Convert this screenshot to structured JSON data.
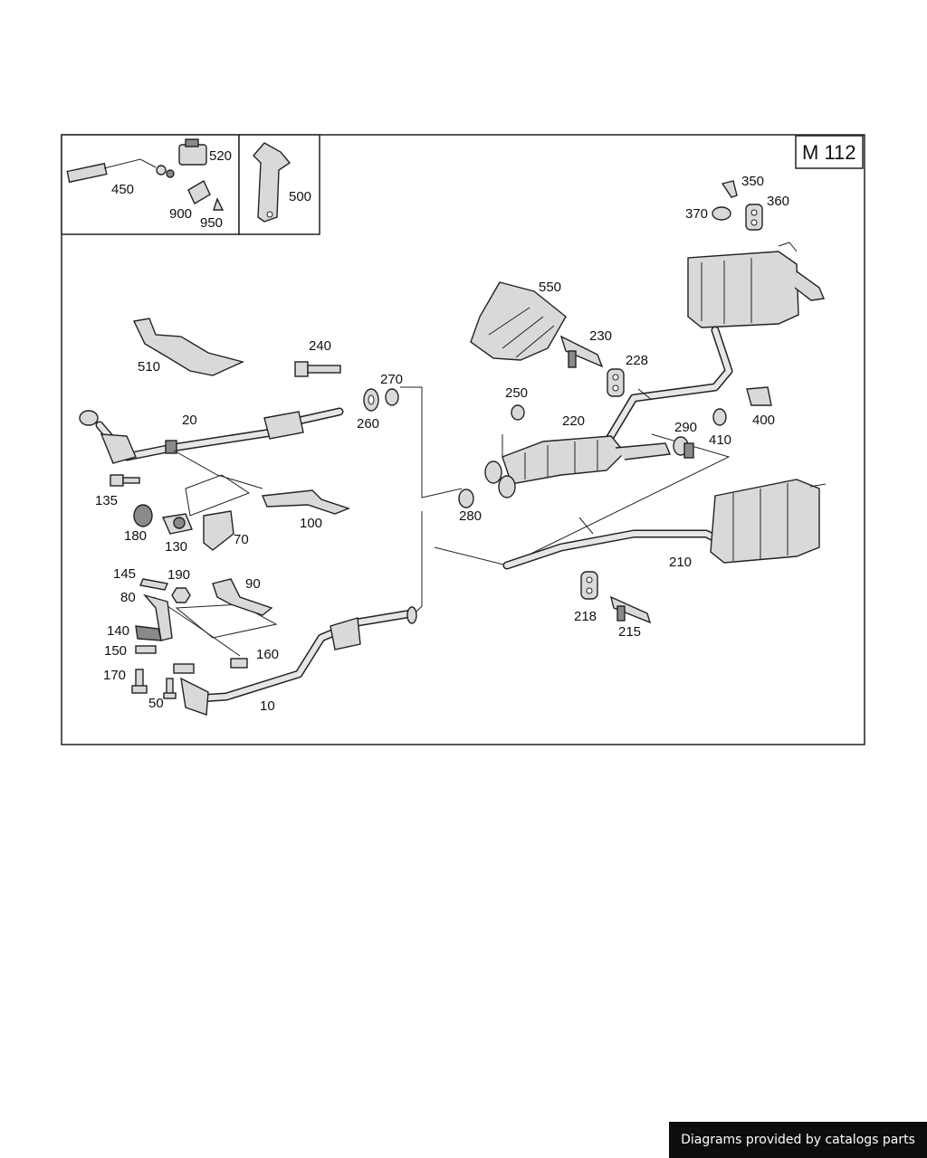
{
  "diagram": {
    "engine_code": "M 112",
    "callouts": [
      {
        "id": "450",
        "text": "450"
      },
      {
        "id": "520",
        "text": "520"
      },
      {
        "id": "900",
        "text": "900"
      },
      {
        "id": "950",
        "text": "950"
      },
      {
        "id": "500",
        "text": "500"
      },
      {
        "id": "350",
        "text": "350"
      },
      {
        "id": "360",
        "text": "360"
      },
      {
        "id": "370",
        "text": "370"
      },
      {
        "id": "550",
        "text": "550"
      },
      {
        "id": "510",
        "text": "510"
      },
      {
        "id": "240",
        "text": "240"
      },
      {
        "id": "270",
        "text": "270"
      },
      {
        "id": "260",
        "text": "260"
      },
      {
        "id": "230",
        "text": "230"
      },
      {
        "id": "228",
        "text": "228"
      },
      {
        "id": "250",
        "text": "250"
      },
      {
        "id": "220",
        "text": "220"
      },
      {
        "id": "290",
        "text": "290"
      },
      {
        "id": "410",
        "text": "410"
      },
      {
        "id": "400",
        "text": "400"
      },
      {
        "id": "20",
        "text": "20"
      },
      {
        "id": "135",
        "text": "135"
      },
      {
        "id": "180",
        "text": "180"
      },
      {
        "id": "130",
        "text": "130"
      },
      {
        "id": "70",
        "text": "70"
      },
      {
        "id": "100",
        "text": "100"
      },
      {
        "id": "280",
        "text": "280"
      },
      {
        "id": "210",
        "text": "210"
      },
      {
        "id": "145",
        "text": "145"
      },
      {
        "id": "190",
        "text": "190"
      },
      {
        "id": "90",
        "text": "90"
      },
      {
        "id": "80",
        "text": "80"
      },
      {
        "id": "218",
        "text": "218"
      },
      {
        "id": "215",
        "text": "215"
      },
      {
        "id": "140",
        "text": "140"
      },
      {
        "id": "150",
        "text": "150"
      },
      {
        "id": "160",
        "text": "160"
      },
      {
        "id": "170",
        "text": "170"
      },
      {
        "id": "50",
        "text": "50"
      },
      {
        "id": "10",
        "text": "10"
      }
    ]
  },
  "footer": {
    "credit": "Diagrams provided by catalogs parts"
  }
}
